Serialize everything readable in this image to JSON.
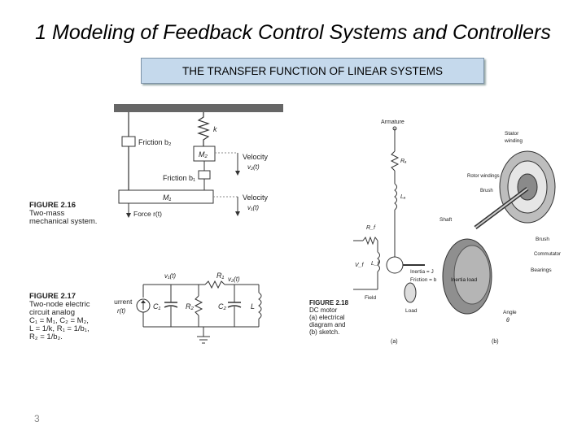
{
  "slide": {
    "title": "1 Modeling of Feedback Control Systems and Controllers",
    "subtitle": "THE TRANSFER FUNCTION OF LINEAR SYSTEMS",
    "page_number": "3"
  },
  "figure_216": {
    "number": "FIGURE 2.16",
    "caption": [
      "Two-mass",
      "mechanical system."
    ],
    "labels": {
      "friction_b2": "Friction b₂",
      "spring_k": "k",
      "mass_m2": "M₂",
      "velocity_2": "Velocity",
      "v2": "v₂(t)",
      "friction_b1": "Friction b₁",
      "mass_m1": "M₁",
      "velocity_1": "Velocity",
      "v1": "v₁(t)",
      "force": "Force r(t)"
    }
  },
  "figure_217": {
    "number": "FIGURE 2.17",
    "caption": [
      "Two-node electric",
      "circuit analog",
      "C₁ = M₁, C₂ = M₂,",
      "L = 1/k, R₁ = 1/b₁,",
      "R₂ = 1/b₂."
    ],
    "labels": {
      "v1": "v₁(t)",
      "r1": "R₁",
      "v2": "v₂(t)",
      "current": "Current",
      "rt": "r(t)",
      "c1": "C₁",
      "r2": "R₂",
      "c2": "C₂",
      "l": "L"
    }
  },
  "figure_218": {
    "number": "FIGURE 2.18",
    "caption": [
      "DC motor",
      "(a) electrical",
      "diagram and",
      "(b) sketch."
    ],
    "labels": {
      "armature": "Armature",
      "ra": "Rₐ",
      "la": "Lₐ",
      "rf": "R_f",
      "vf": "V_f",
      "lf": "L_f",
      "field": "Field",
      "inertia": "Inertia = J",
      "friction": "Friction = b",
      "load": "Load",
      "a": "(a)",
      "stator": "Stator",
      "winding": "winding",
      "rotor_windings": "Rotor windings",
      "brush_top": "Brush",
      "shaft": "Shaft",
      "brush_bottom": "Brush",
      "commutator": "Commutator",
      "bearings": "Bearings",
      "inertia_load": "Inertia load",
      "angle": "Angle",
      "theta": "θ",
      "b": "(b)"
    }
  }
}
